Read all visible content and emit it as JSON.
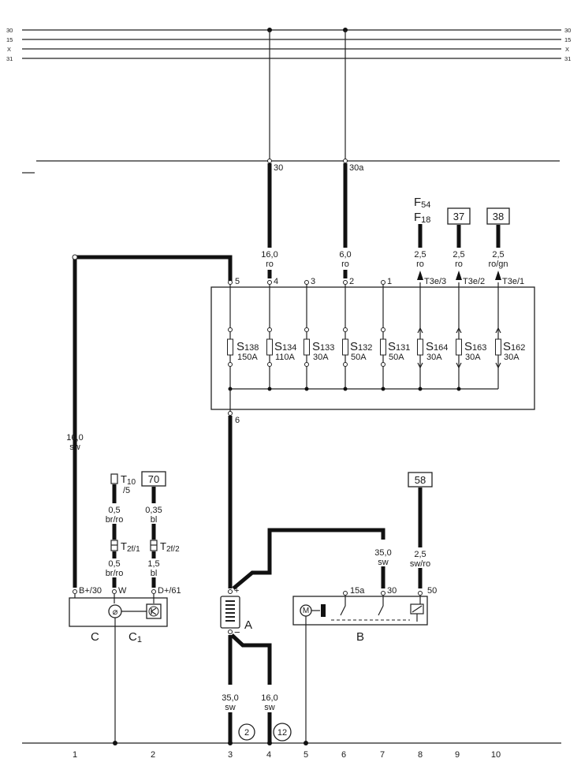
{
  "bus_lines": [
    "30",
    "15",
    "X",
    "31"
  ],
  "upper_bus": {
    "left": "30",
    "right": "30a"
  },
  "fuses": [
    {
      "pin": "5",
      "id": "138",
      "rating": "150A"
    },
    {
      "pin": "4",
      "id": "134",
      "rating": "110A"
    },
    {
      "pin": "3",
      "id": "133",
      "rating": "30A"
    },
    {
      "pin": "2",
      "id": "132",
      "rating": "50A"
    },
    {
      "pin": "1",
      "id": "131",
      "rating": "50A"
    },
    {
      "pin": "T3e/3",
      "id": "164",
      "rating": "30A"
    },
    {
      "pin": "T3e/2",
      "id": "163",
      "rating": "30A"
    },
    {
      "pin": "T3e/1",
      "id": "162",
      "rating": "30A"
    }
  ],
  "fuse_letter": "S",
  "fuse_block_out": "6",
  "feeds": [
    {
      "size": "16,0",
      "color": "ro"
    },
    {
      "size": "6,0",
      "color": "ro"
    },
    {
      "size": "2,5",
      "color": "ro"
    },
    {
      "size": "2,5",
      "color": "ro"
    },
    {
      "size": "2,5",
      "color": "ro/gn"
    }
  ],
  "f_refs": {
    "f54": "F",
    "f54_sub": "54",
    "f18": "F",
    "f18_sub": "18"
  },
  "ref_boxes": [
    "37",
    "38",
    "70",
    "58"
  ],
  "alt_feed": {
    "size": "16,0",
    "color": "sw"
  },
  "t10": {
    "main": "T",
    "sub": "10",
    "extra": "/5"
  },
  "alt_wires": [
    {
      "size": "0,5",
      "color": "br/ro"
    },
    {
      "size": "0,35",
      "color": "bl"
    },
    {
      "size": "0,5",
      "color": "br/ro"
    },
    {
      "size": "1,5",
      "color": "bl"
    }
  ],
  "t2f": [
    {
      "main": "T",
      "sub": "2f/1"
    },
    {
      "main": "T",
      "sub": "2f/2"
    }
  ],
  "alt_pins": [
    "B+/30",
    "W",
    "D+/61"
  ],
  "alt_labels": {
    "c": "C",
    "c1_main": "C",
    "c1_sub": "1"
  },
  "battery": {
    "label": "A",
    "plus": "+",
    "minus": "−"
  },
  "battery_wires": [
    {
      "size": "35,0",
      "color": "sw"
    },
    {
      "size": "35,0",
      "color": "sw"
    },
    {
      "size": "16,0",
      "color": "sw"
    }
  ],
  "starter": {
    "label": "B",
    "pins": [
      "15a",
      "30",
      "50"
    ],
    "motor": "M"
  },
  "starter_wire": {
    "size": "2,5",
    "color": "sw/ro"
  },
  "ground_points": [
    "2",
    "12"
  ],
  "columns": [
    "1",
    "2",
    "3",
    "4",
    "5",
    "6",
    "7",
    "8",
    "9",
    "10"
  ]
}
